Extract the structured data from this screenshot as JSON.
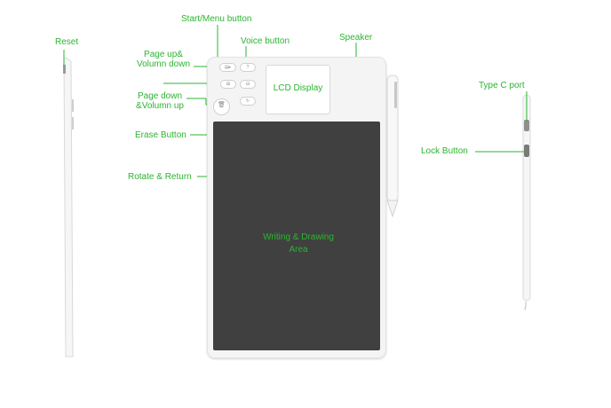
{
  "labels": {
    "reset": "Reset",
    "start_menu": "Start/Menu button",
    "voice": "Voice button",
    "speaker": "Speaker",
    "page_up_line1": "Page up&",
    "page_up_line2": "Volumn down",
    "page_down_line1": "Page down",
    "page_down_line2": "&Volumn up",
    "erase": "Erase Button",
    "rotate": "Rotate & Return",
    "lcd": "LCD Display",
    "area_line1": "Writing & Drawing",
    "area_line2": "Area",
    "type_c": "Type C port",
    "lock": "Lock Button"
  },
  "colors": {
    "label": "#2bb530",
    "screen": "#404040",
    "body": "#f4f4f4"
  }
}
